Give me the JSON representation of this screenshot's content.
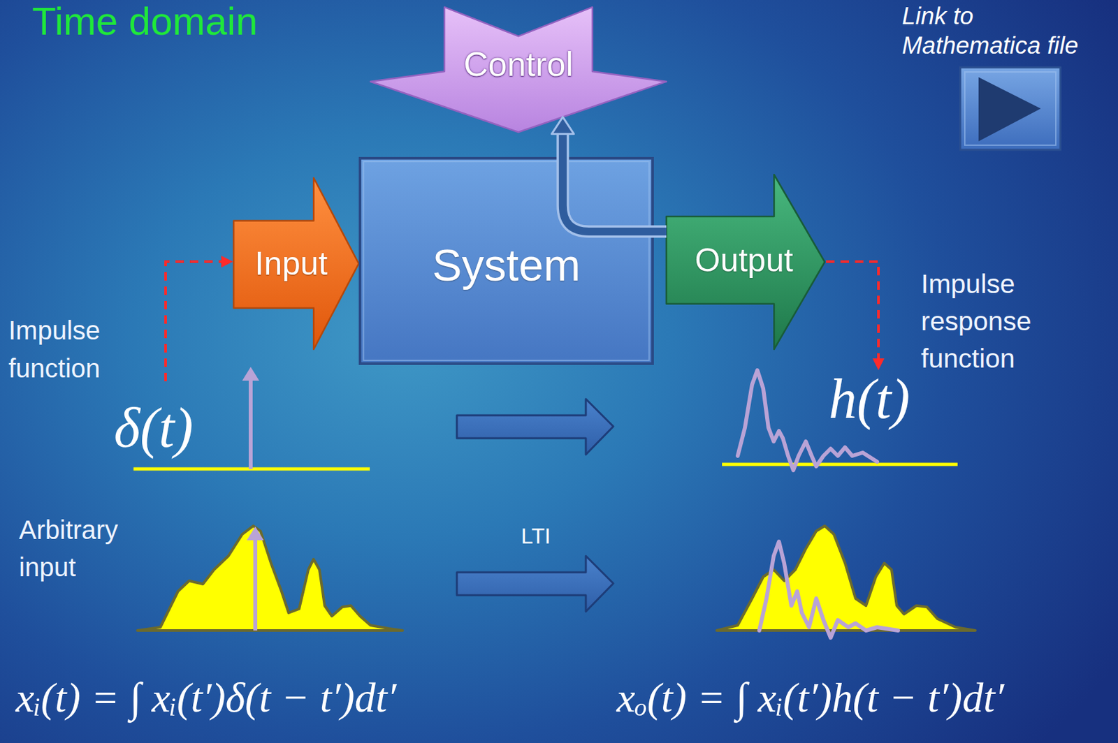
{
  "diagram": {
    "title": "Time domain",
    "nodes": [
      {
        "text": [
          "Control"
        ]
      },
      {
        "text": [
          "Input"
        ]
      },
      {
        "text": [
          "System"
        ]
      },
      {
        "text": [
          "Output"
        ]
      }
    ],
    "edges": [
      {
        "from": 3,
        "to": 0,
        "arrow": "to"
      }
    ],
    "labels": [
      "Link to Mathematica file",
      "Impulse function",
      "δ(t)",
      "Impulse response function",
      "h(t)",
      "Arbitrary input",
      "LTI",
      "xᵢ(t) = ∫ xᵢ(t′)δ(t − t′)dt′",
      "xₒ(t) = ∫ xᵢ(t′)h(t − t′)dt′"
    ]
  }
}
